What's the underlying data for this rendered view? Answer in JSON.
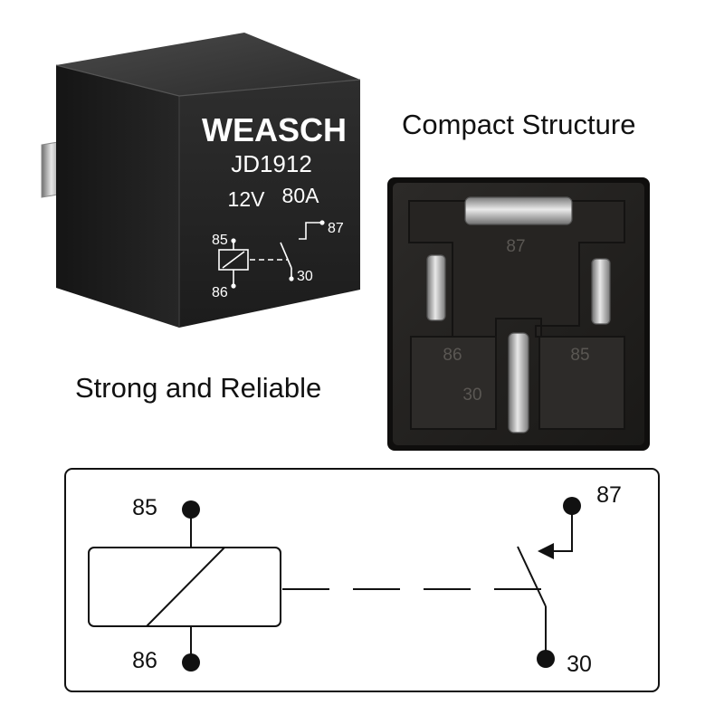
{
  "captions": {
    "compact": "Compact Structure",
    "strong": "Strong and Reliable"
  },
  "relay": {
    "brand": "WEASCH",
    "model": "JD1912",
    "voltage": "12V",
    "current": "80A",
    "pins": {
      "p85": "85",
      "p86": "86",
      "p87": "87",
      "p30": "30"
    }
  },
  "bottom_view": {
    "pins": {
      "p87": "87",
      "p86": "86",
      "p85": "85",
      "p30": "30"
    }
  },
  "schematic": {
    "pins": {
      "p85": "85",
      "p86": "86",
      "p87": "87",
      "p30": "30"
    }
  }
}
